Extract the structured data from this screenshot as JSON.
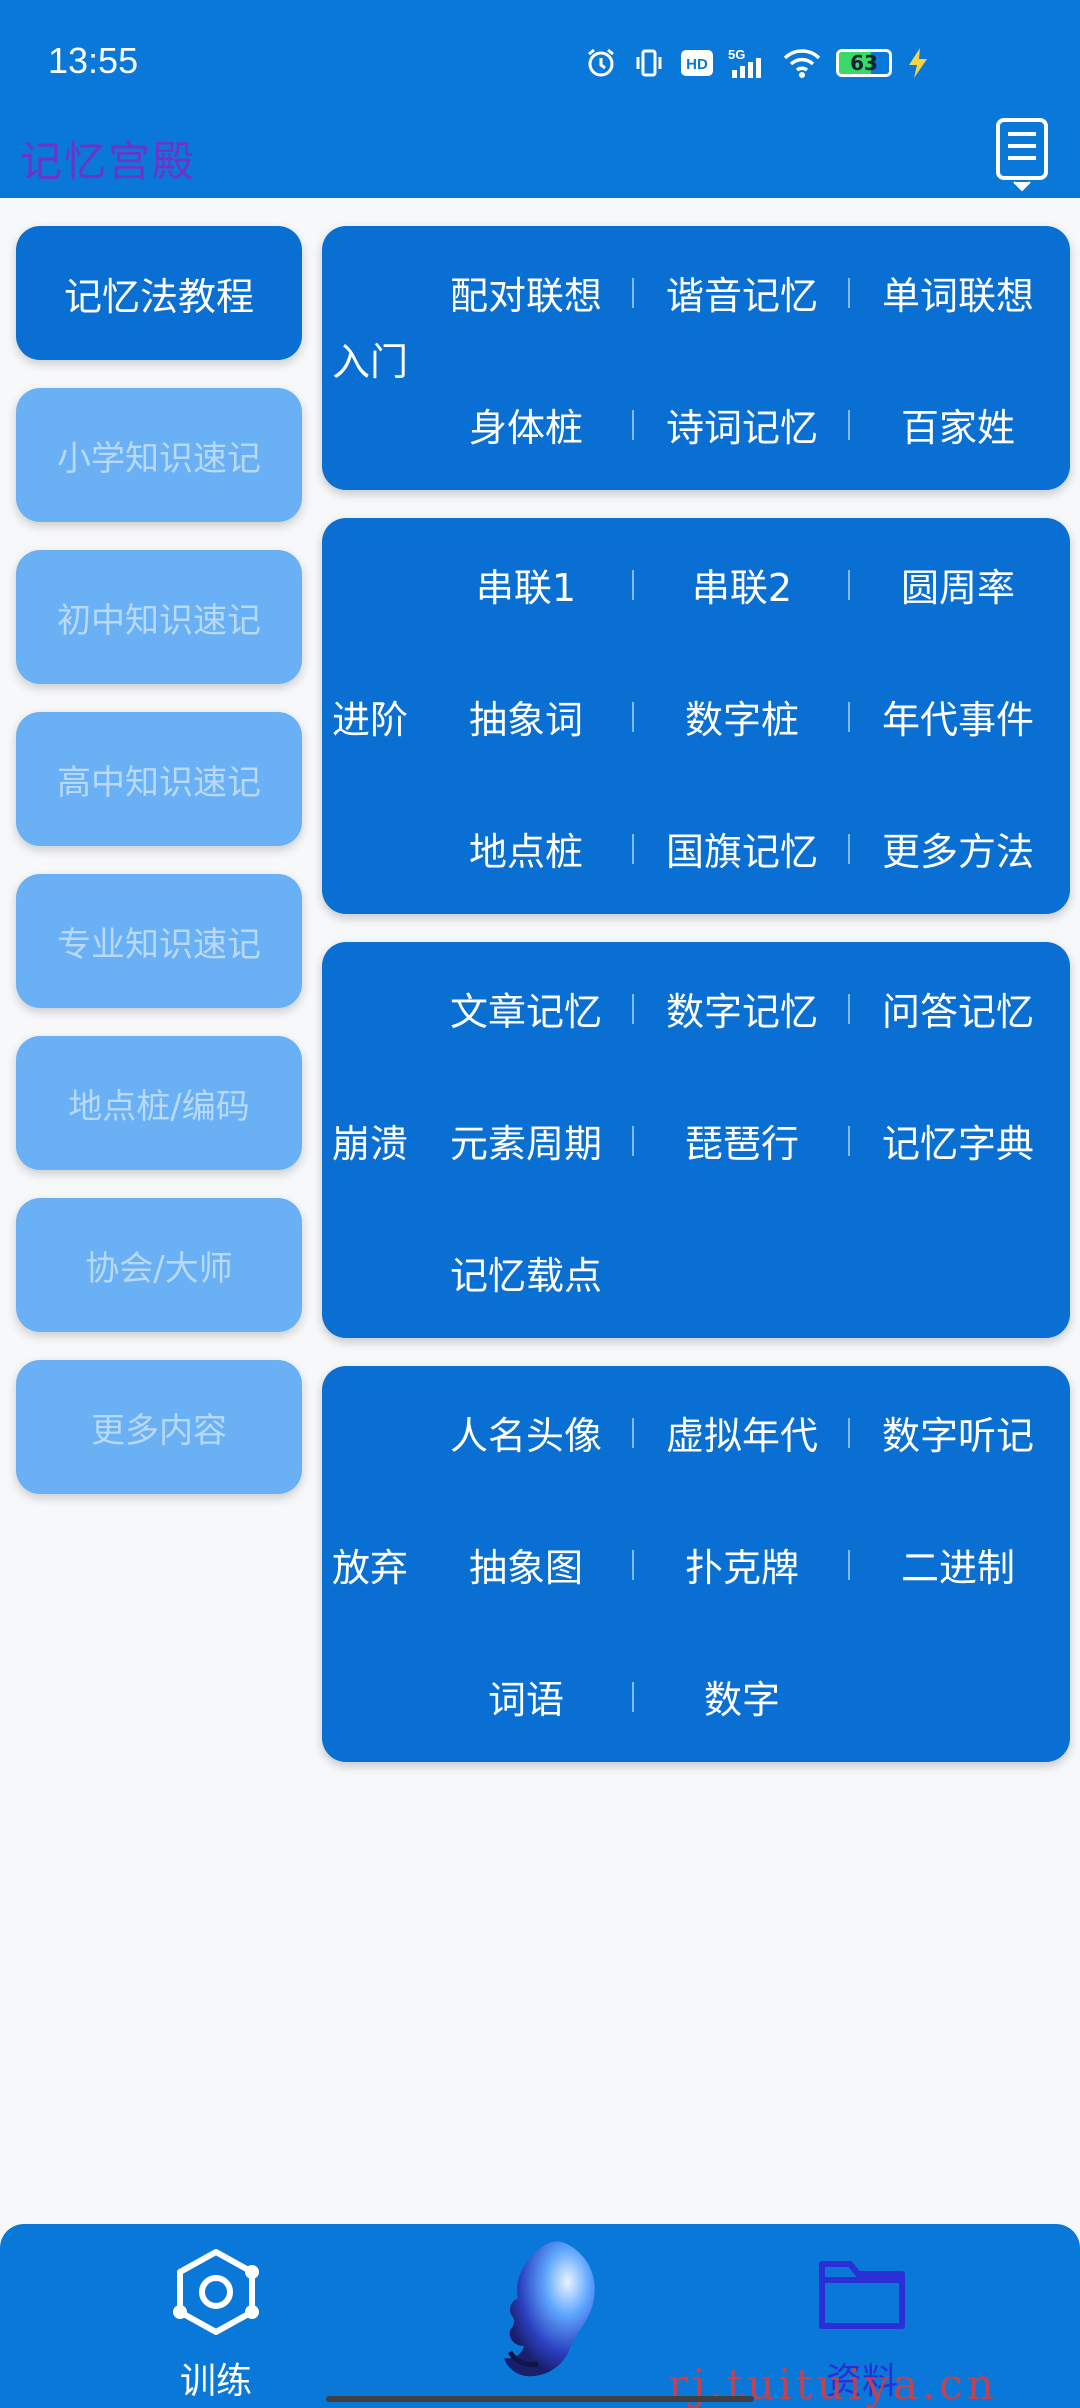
{
  "status": {
    "time": "13:55",
    "battery": "63",
    "network": "5G",
    "hd": "HD",
    "icons": [
      "alarm-icon",
      "vibrate-icon",
      "hd-icon",
      "5g-signal-icon",
      "wifi-icon",
      "battery-icon",
      "charging-icon"
    ]
  },
  "app": {
    "title": "记忆宫殿",
    "title_color": "#6e34c9",
    "accent": "#0a78d8"
  },
  "sidebar": {
    "items": [
      {
        "label": "记忆法教程",
        "active": true
      },
      {
        "label": "小学知识速记",
        "active": false
      },
      {
        "label": "初中知识速记",
        "active": false
      },
      {
        "label": "高中知识速记",
        "active": false
      },
      {
        "label": "专业知识速记",
        "active": false
      },
      {
        "label": "地点桩/编码",
        "active": false
      },
      {
        "label": "协会/大师",
        "active": false
      },
      {
        "label": "更多内容",
        "active": false
      }
    ]
  },
  "cards": [
    {
      "title": "入门",
      "items": [
        "配对联想",
        "谐音记忆",
        "单词联想",
        "身体桩",
        "诗词记忆",
        "百家姓"
      ]
    },
    {
      "title": "进阶",
      "items": [
        "串联1",
        "串联2",
        "圆周率",
        "抽象词",
        "数字桩",
        "年代事件",
        "地点桩",
        "国旗记忆",
        "更多方法"
      ]
    },
    {
      "title": "崩溃",
      "items": [
        "文章记忆",
        "数字记忆",
        "问答记忆",
        "元素周期",
        "琵琶行",
        "记忆字典",
        "记忆载点"
      ]
    },
    {
      "title": "放弃",
      "items": [
        "人名头像",
        "虚拟年代",
        "数字听记",
        "抽象图",
        "扑克牌",
        "二进制",
        "词语",
        "数字"
      ]
    }
  ],
  "bottom_nav": {
    "train_label": "训练",
    "data_label": "资料"
  },
  "watermark": "rj.tuituiya.cn"
}
